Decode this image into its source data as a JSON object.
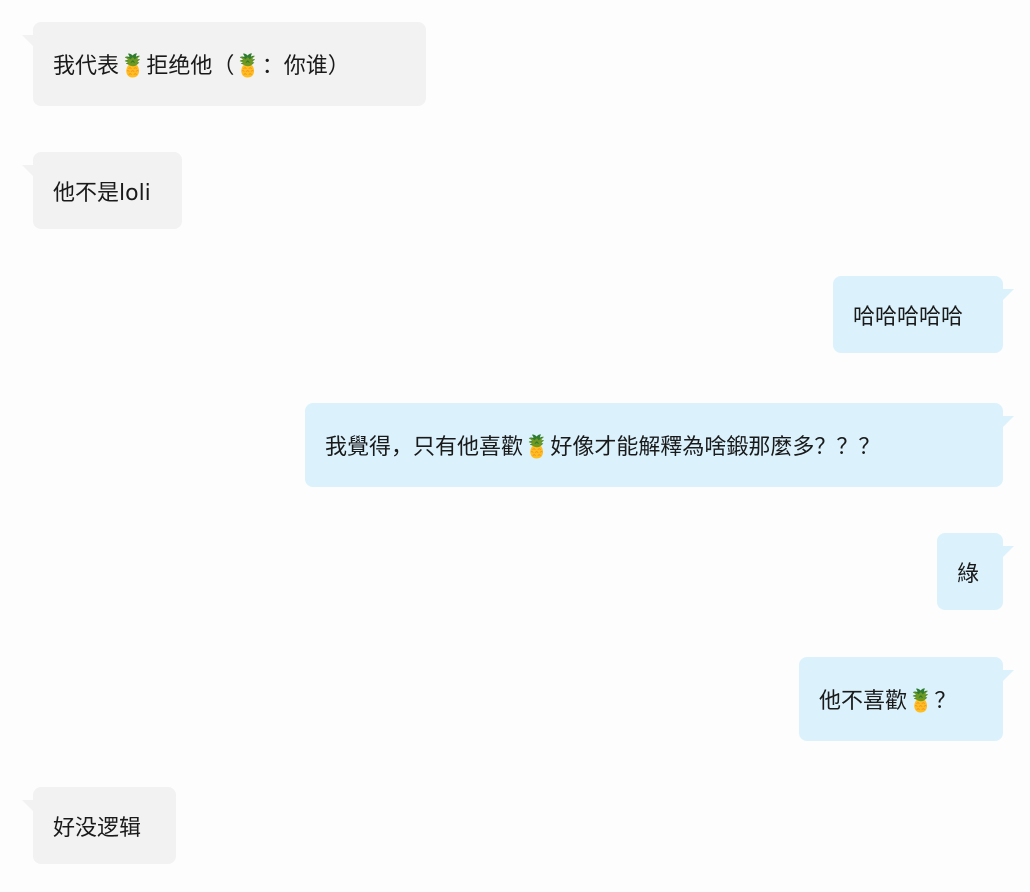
{
  "chat": {
    "messages": [
      {
        "side": "in",
        "text": "我代表🍍拒绝他（🍍：你谁）"
      },
      {
        "side": "in",
        "text": "他不是loli"
      },
      {
        "side": "out",
        "text": "哈哈哈哈哈"
      },
      {
        "side": "out",
        "text": "我覺得，只有他喜歡🍍好像才能解釋為啥鍛那麼多？？？"
      },
      {
        "side": "out",
        "text": "綠"
      },
      {
        "side": "out",
        "text": "他不喜歡🍍？"
      },
      {
        "side": "in",
        "text": "好没逻辑"
      }
    ]
  },
  "colors": {
    "incoming_bubble": "#f2f2f2",
    "outgoing_bubble": "#dbf2fd",
    "page_background": "#fdfdfd"
  }
}
